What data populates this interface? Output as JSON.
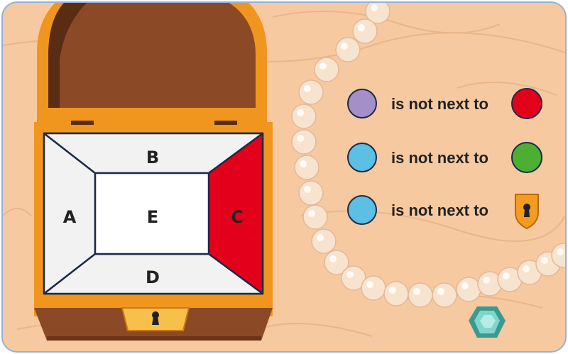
{
  "puzzle": {
    "regions": [
      {
        "label": "A",
        "color": "#f2f2f2"
      },
      {
        "label": "B",
        "color": "#f2f2f2"
      },
      {
        "label": "C",
        "color": "#e3001b"
      },
      {
        "label": "D",
        "color": "#f2f2f2"
      },
      {
        "label": "E",
        "color": "#ffffff"
      }
    ],
    "clues": [
      {
        "subject": "purple",
        "subject_color": "#a58fc9",
        "relation": "is not next to",
        "object": "red",
        "object_color": "#e3001b",
        "object_icon": null
      },
      {
        "subject": "blue",
        "subject_color": "#5bc0e3",
        "relation": "is not next to",
        "object": "green",
        "object_color": "#4caf32",
        "object_icon": null
      },
      {
        "subject": "blue",
        "subject_color": "#5bc0e3",
        "relation": "is not next to",
        "object": "keyhole",
        "object_color": "#f39c1f",
        "object_icon": "keyhole-shield-icon"
      }
    ]
  },
  "colors": {
    "background": "#f6c9a0",
    "chest_wood": "#8b4a25",
    "chest_trim": "#f0961e",
    "pearl": "#f8e3cf",
    "gem": "#7fd6cc"
  }
}
